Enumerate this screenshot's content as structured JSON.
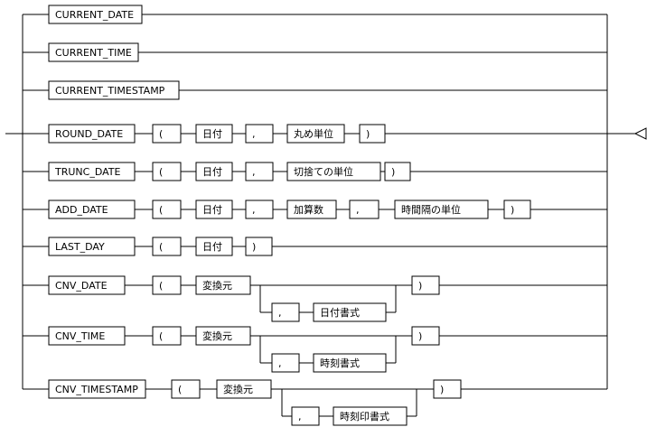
{
  "rows": [
    {
      "name": "current-date-row",
      "items": [
        {
          "text": "CURRENT_DATE"
        }
      ]
    },
    {
      "name": "current-time-row",
      "items": [
        {
          "text": "CURRENT_TIME"
        }
      ]
    },
    {
      "name": "current-timestamp-row",
      "items": [
        {
          "text": "CURRENT_TIMESTAMP"
        }
      ]
    },
    {
      "name": "round-date-row",
      "items": [
        {
          "text": "ROUND_DATE"
        },
        {
          "text": "("
        },
        {
          "text": "日付"
        },
        {
          "text": ","
        },
        {
          "text": "丸め単位"
        },
        {
          "text": ")"
        }
      ]
    },
    {
      "name": "trunc-date-row",
      "items": [
        {
          "text": "TRUNC_DATE"
        },
        {
          "text": "("
        },
        {
          "text": "日付"
        },
        {
          "text": ","
        },
        {
          "text": "切捨ての単位"
        },
        {
          "text": ")"
        }
      ]
    },
    {
      "name": "add-date-row",
      "items": [
        {
          "text": "ADD_DATE"
        },
        {
          "text": "("
        },
        {
          "text": "日付"
        },
        {
          "text": ","
        },
        {
          "text": "加算数"
        },
        {
          "text": ","
        },
        {
          "text": "時間隔の単位"
        },
        {
          "text": ")"
        }
      ]
    },
    {
      "name": "last-day-row",
      "items": [
        {
          "text": "LAST_DAY"
        },
        {
          "text": "("
        },
        {
          "text": "日付"
        },
        {
          "text": ")"
        }
      ]
    },
    {
      "name": "cnv-date-row",
      "items": [
        {
          "text": "CNV_DATE"
        },
        {
          "text": "("
        },
        {
          "text": "変換元"
        },
        {
          "text": ")"
        }
      ],
      "optional": [
        {
          "text": ","
        },
        {
          "text": "日付書式"
        }
      ]
    },
    {
      "name": "cnv-time-row",
      "items": [
        {
          "text": "CNV_TIME"
        },
        {
          "text": "("
        },
        {
          "text": "変換元"
        },
        {
          "text": ")"
        }
      ],
      "optional": [
        {
          "text": ","
        },
        {
          "text": "時刻書式"
        }
      ]
    },
    {
      "name": "cnv-timestamp-row",
      "items": [
        {
          "text": "CNV_TIMESTAMP"
        },
        {
          "text": "("
        },
        {
          "text": "変換元"
        },
        {
          "text": ")"
        }
      ],
      "optional": [
        {
          "text": ","
        },
        {
          "text": "時刻印書式"
        }
      ]
    }
  ]
}
